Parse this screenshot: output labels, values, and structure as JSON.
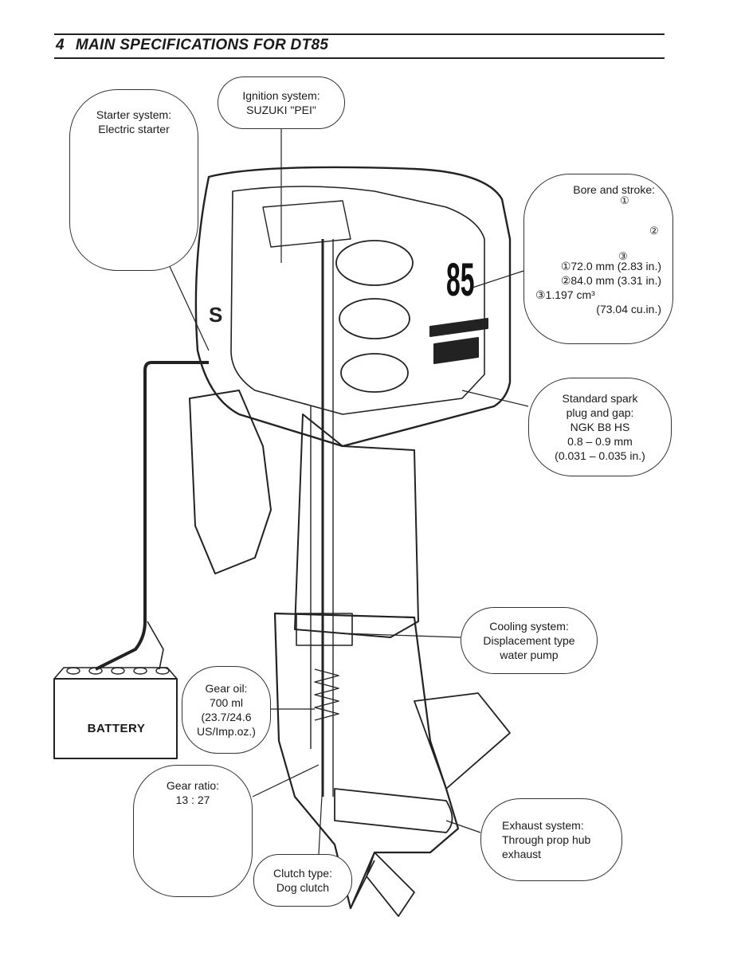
{
  "header": {
    "section_number": "4",
    "title": "MAIN SPECIFICATIONS FOR DT85"
  },
  "callouts": {
    "ignition": {
      "lines": [
        "Ignition system:",
        "SUZUKI \"PEI\""
      ]
    },
    "starter": {
      "lines": [
        "Starter system:",
        "Electric starter"
      ]
    },
    "bore": {
      "heading": "Bore and stroke:",
      "markers": [
        "①",
        "②",
        "③"
      ],
      "lines": [
        "①72.0 mm (2.83 in.)",
        "②84.0 mm (3.31 in.)",
        "③1.197 cm³",
        "(73.04 cu.in.)"
      ]
    },
    "spark": {
      "lines": [
        "Standard spark",
        "plug and gap:",
        "NGK B8 HS",
        "0.8 – 0.9 mm",
        "(0.031 – 0.035 in.)"
      ]
    },
    "cooling": {
      "lines": [
        "Cooling system:",
        "Displacement type",
        "water pump"
      ]
    },
    "gear_oil": {
      "lines": [
        "Gear oil:",
        "700 ml",
        "(23.7/24.6",
        "US/Imp.oz.)"
      ]
    },
    "gear_ratio": {
      "lines": [
        "Gear ratio:",
        "13 : 27"
      ]
    },
    "clutch": {
      "lines": [
        "Clutch type:",
        "Dog clutch"
      ]
    },
    "exhaust": {
      "lines": [
        "Exhaust system:",
        "Through prop hub",
        "exhaust"
      ]
    }
  },
  "battery_label": "BATTERY",
  "engine_number": "85",
  "logo_letter": "S"
}
